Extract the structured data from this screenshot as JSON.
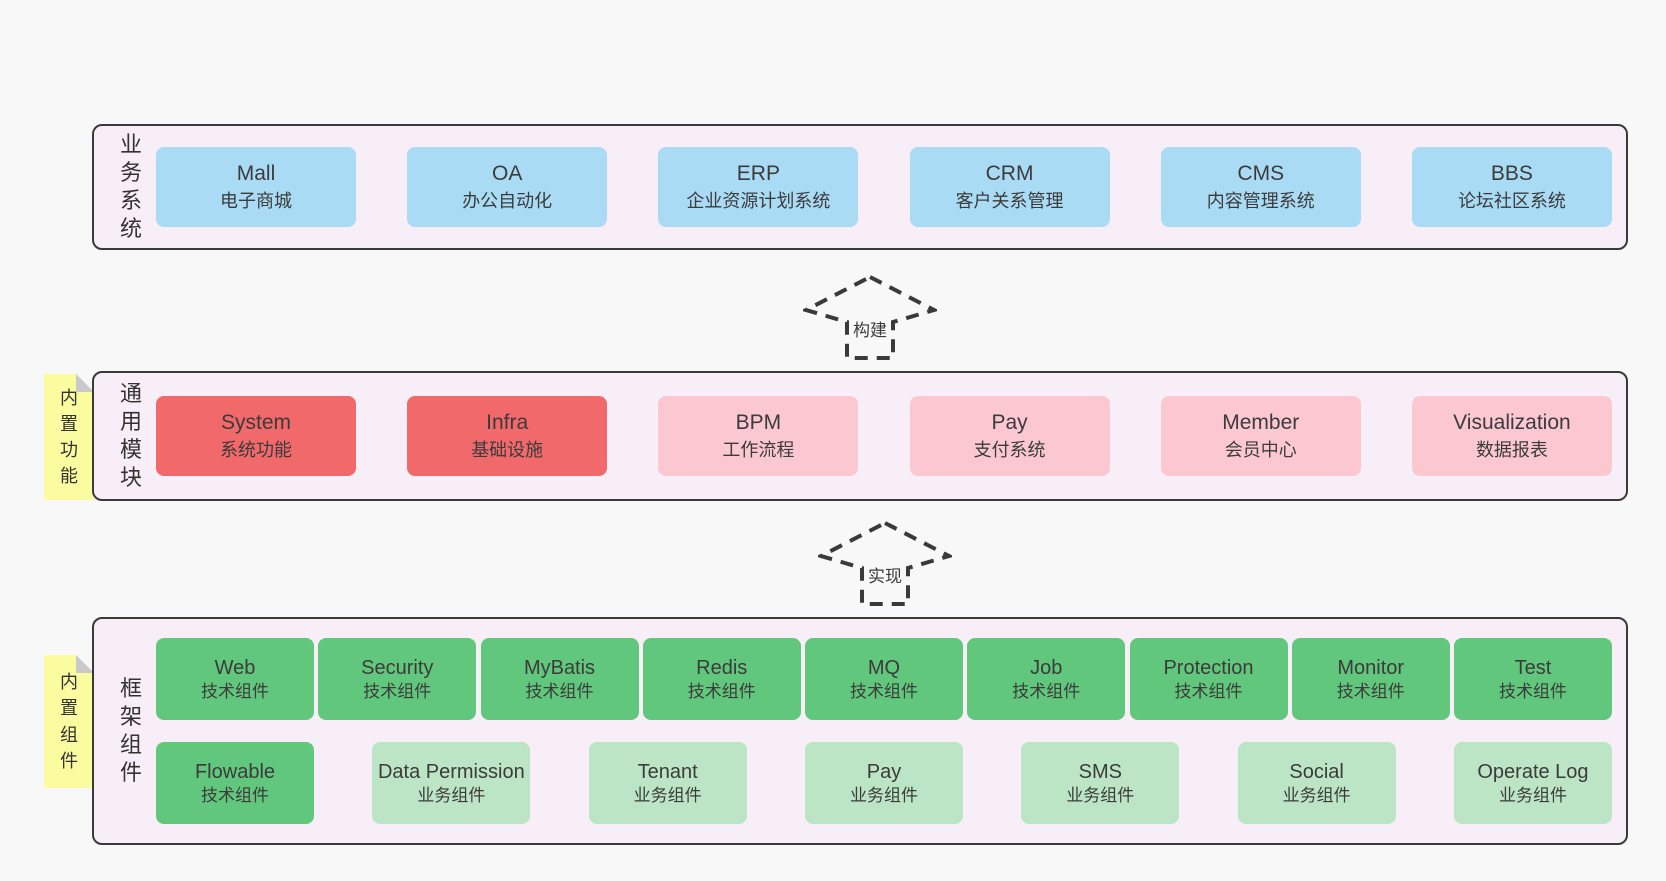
{
  "colors": {
    "panelBg": "#f8eef7",
    "border": "#3a3a3a",
    "blue": "#aadbf5",
    "red": "#f1696b",
    "pink": "#fbc8d2",
    "green": "#61c77c",
    "lightGreen": "#bce5c5",
    "sticky": "#fbfc9f",
    "fold": "#c9c9c9",
    "text": "#3b3b3b"
  },
  "arrows": [
    {
      "label": "构建"
    },
    {
      "label": "实现"
    }
  ],
  "rows": [
    {
      "label": "业务系统",
      "sticky": null,
      "boxes": [
        {
          "name": "Mall",
          "subtitle": "电子商城",
          "variant": "blue"
        },
        {
          "name": "OA",
          "subtitle": "办公自动化",
          "variant": "blue"
        },
        {
          "name": "ERP",
          "subtitle": "企业资源计划系统",
          "variant": "blue"
        },
        {
          "name": "CRM",
          "subtitle": "客户关系管理",
          "variant": "blue"
        },
        {
          "name": "CMS",
          "subtitle": "内容管理系统",
          "variant": "blue"
        },
        {
          "name": "BBS",
          "subtitle": "论坛社区系统",
          "variant": "blue"
        }
      ]
    },
    {
      "label": "通用模块",
      "sticky": "内置功能",
      "boxes": [
        {
          "name": "System",
          "subtitle": "系统功能",
          "variant": "red"
        },
        {
          "name": "Infra",
          "subtitle": "基础设施",
          "variant": "red"
        },
        {
          "name": "BPM",
          "subtitle": "工作流程",
          "variant": "pink"
        },
        {
          "name": "Pay",
          "subtitle": "支付系统",
          "variant": "pink"
        },
        {
          "name": "Member",
          "subtitle": "会员中心",
          "variant": "pink"
        },
        {
          "name": "Visualization",
          "subtitle": "数据报表",
          "variant": "pink"
        }
      ]
    },
    {
      "label": "框架组件",
      "sticky": "内置组件",
      "boxes": [
        {
          "name": "Web",
          "subtitle": "技术组件",
          "variant": "green"
        },
        {
          "name": "Security",
          "subtitle": "技术组件",
          "variant": "green"
        },
        {
          "name": "MyBatis",
          "subtitle": "技术组件",
          "variant": "green"
        },
        {
          "name": "Redis",
          "subtitle": "技术组件",
          "variant": "green"
        },
        {
          "name": "MQ",
          "subtitle": "技术组件",
          "variant": "green"
        },
        {
          "name": "Job",
          "subtitle": "技术组件",
          "variant": "green"
        },
        {
          "name": "Protection",
          "subtitle": "技术组件",
          "variant": "green"
        },
        {
          "name": "Monitor",
          "subtitle": "技术组件",
          "variant": "green"
        },
        {
          "name": "Test",
          "subtitle": "技术组件",
          "variant": "green"
        },
        {
          "name": "Flowable",
          "subtitle": "技术组件",
          "variant": "green"
        },
        {
          "name": "Data Permission",
          "subtitle": "业务组件",
          "variant": "lightGreen"
        },
        {
          "name": "Tenant",
          "subtitle": "业务组件",
          "variant": "lightGreen"
        },
        {
          "name": "Pay",
          "subtitle": "业务组件",
          "variant": "lightGreen"
        },
        {
          "name": "SMS",
          "subtitle": "业务组件",
          "variant": "lightGreen"
        },
        {
          "name": "Social",
          "subtitle": "业务组件",
          "variant": "lightGreen"
        },
        {
          "name": "Operate Log",
          "subtitle": "业务组件",
          "variant": "lightGreen"
        }
      ]
    }
  ]
}
